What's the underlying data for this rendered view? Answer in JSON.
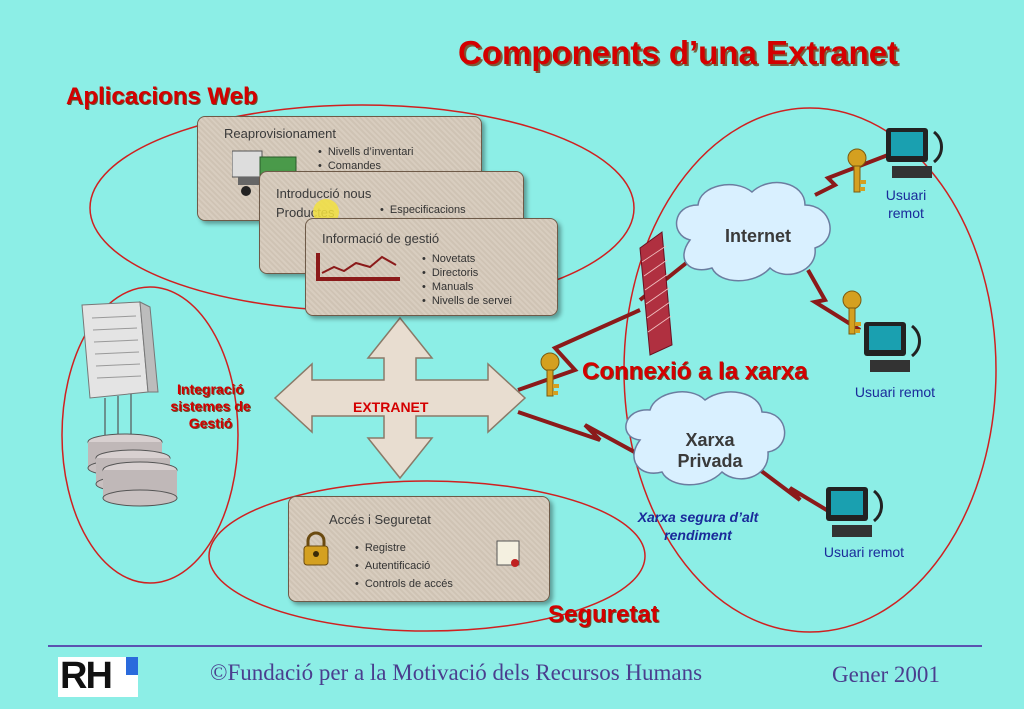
{
  "title": "Components d’una Extranet",
  "labels": {
    "apps": "Aplicacions Web",
    "network": "Connexió a la xarxa",
    "security": "Seguretat",
    "integration": [
      "Integració",
      "sistemes de",
      "Gestió"
    ],
    "extranet": "EXTRANET",
    "internet": "Internet",
    "private_net": [
      "Xarxa",
      "Privada"
    ],
    "secure_net": [
      "Xarxa segura d’alt",
      "rendiment"
    ],
    "remote_user_1": [
      "Usuari",
      "remot"
    ],
    "remote_user_2": "Usuari remot",
    "remote_user_3": "Usuari remot"
  },
  "cards": {
    "supply": {
      "title": "Reaprovisionament",
      "bullets": [
        "Nivells d’inventari",
        "Comandes"
      ]
    },
    "products": {
      "title": [
        "Introducció nous",
        "Productes"
      ],
      "bullets": [
        "Especificacions"
      ]
    },
    "info": {
      "title": "Informació de gestió",
      "bullets": [
        "Novetats",
        "Directoris",
        "Manuals",
        "Nivells de servei"
      ]
    },
    "access": {
      "title": "Accés i Seguretat",
      "bullets": [
        "Registre",
        "Autentificació",
        "Controls de accés"
      ]
    }
  },
  "footer": {
    "logo": "RH",
    "text": "©Fundació per a la Motivació dels Recursos Humans",
    "date": "Gener 2001"
  },
  "colors": {
    "background": "#8ceee6",
    "accent_red": "#d40000",
    "footer_text": "#4a3e8e",
    "line": "#8b1a1a"
  }
}
